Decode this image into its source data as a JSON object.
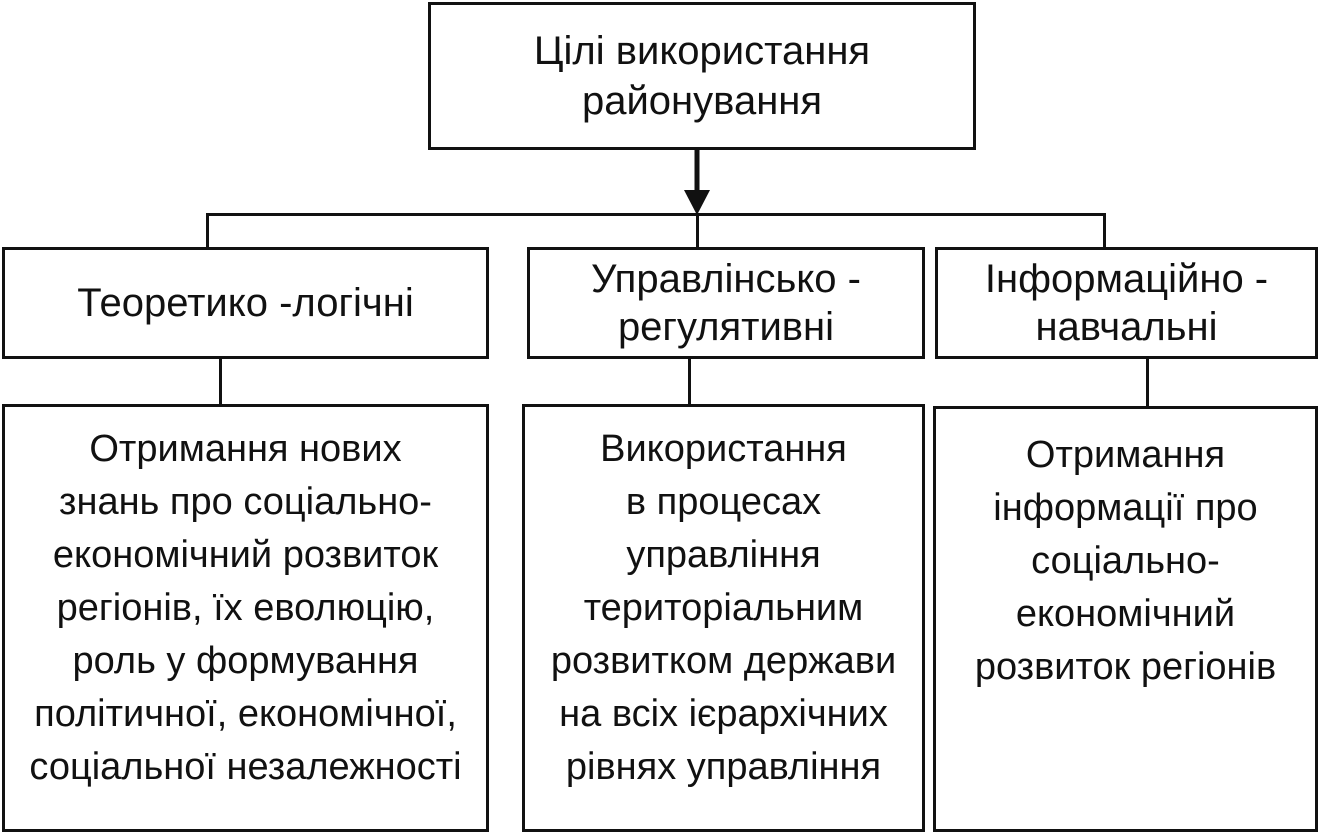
{
  "root": {
    "label": "Цілі  використання\nрайонування"
  },
  "categories": [
    {
      "label": "Теоретико -логічні",
      "detail": "Отримання нових\nзнань про соціально-\nекономічний розвиток\nрегіонів, їх еволюцію,\nроль у формування\nполітичної, економічної,\nсоціальної незалежності"
    },
    {
      "label": "Управлінсько -\nрегулятивні",
      "detail": "Використання\nв процесах\nуправління\nтериторіальним\nрозвитком держави\nна всіх ієрархічних\nрівнях управління"
    },
    {
      "label": "Інформаційно -\nнавчальні",
      "detail": "Отримання\nінформації про\nсоціально-\nекономічний\nрозвиток регіонів"
    }
  ]
}
